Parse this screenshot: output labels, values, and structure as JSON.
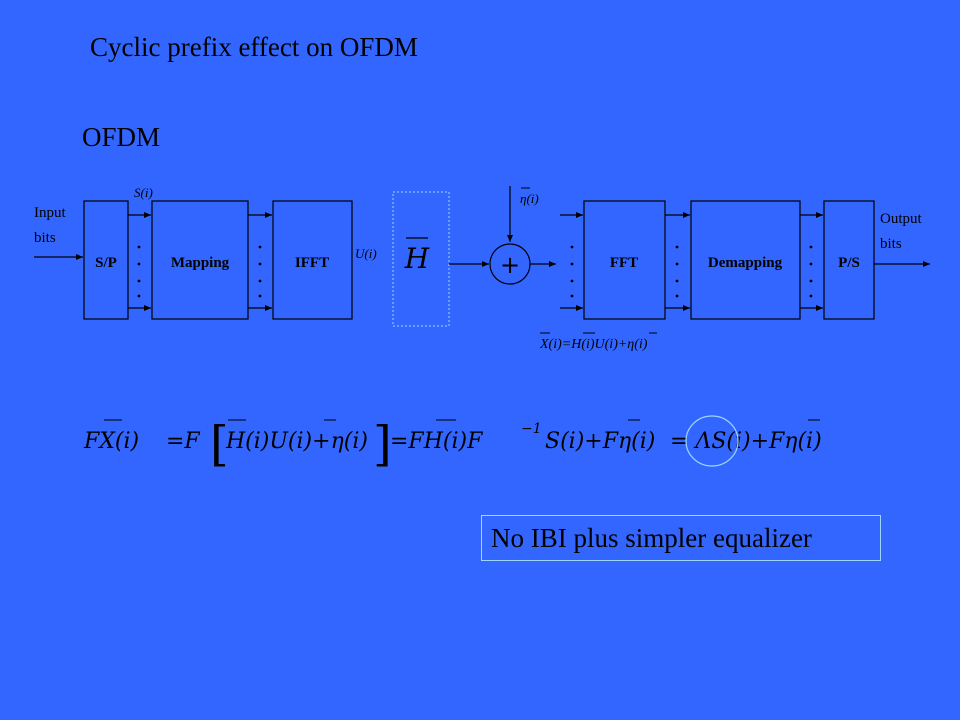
{
  "title": "Cyclic prefix effect on OFDM",
  "subtitle": "OFDM",
  "labels": {
    "input": [
      "Input",
      "bits"
    ],
    "output": [
      "Output",
      "bits"
    ],
    "S_i": "S(i)",
    "U_i": "U(i)",
    "eta_i": "η(i)",
    "eq_small": "X(i)=H(i)U(i)+η(i)",
    "plus": "+",
    "H": "H"
  },
  "blocks": {
    "sp": "S/P",
    "mapping": "Mapping",
    "ifft": "IFFT",
    "fft": "FFT",
    "demapping": "Demapping",
    "ps": "P/S"
  },
  "equation": {
    "lhs": "FX(i)",
    "p1": "=F",
    "p2": "H(i)U(i)+η(i)",
    "p3": "=FH(i)F",
    "sup": "−1",
    "p4": "S(i)+Fη(i)",
    "p5": "= ΛS(i)+Fη(i)"
  },
  "note": "No IBI plus simpler equalizer"
}
